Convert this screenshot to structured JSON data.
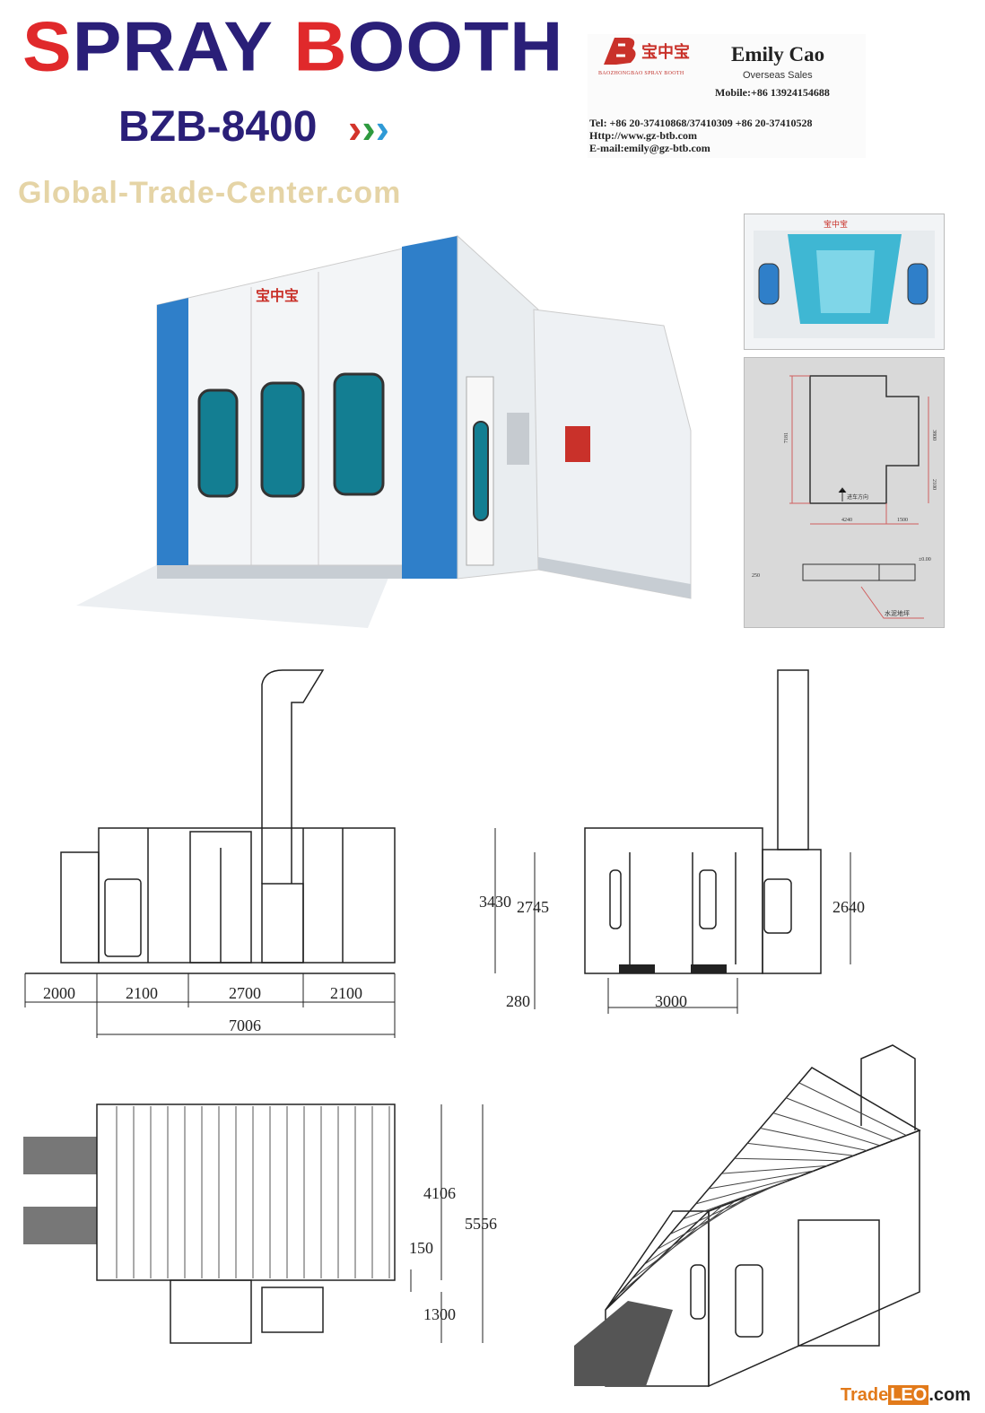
{
  "header": {
    "title_part1_initial": "S",
    "title_part1_rest": "PRAY ",
    "title_part2_initial": "B",
    "title_part2_rest": "OOTH",
    "watermark": "Global-Trade-Center.com",
    "model": "BZB-8400",
    "chevrons": [
      "›",
      "›",
      "›"
    ]
  },
  "contact_card": {
    "brand_logo_text": "宝中宝",
    "brand_subtitle": "BAOZHONGBAO SPRAY BOOTH",
    "name": "Emily Cao",
    "role": "Overseas Sales",
    "mobile": "Mobile:+86 13924154688",
    "tel": "Tel: +86 20-37410868/37410309   +86 20-37410528",
    "web": "Http://www.gz-btb.com",
    "email": "E-mail:emily@gz-btb.com"
  },
  "photo": {
    "booth_logo": "宝中宝"
  },
  "floor_plan": {
    "dims": [
      "7181",
      "3800",
      "2100",
      "4240",
      "1500"
    ],
    "entry_label": "进车方向",
    "floor_label": "水泥地坪",
    "level_label": "±0.00",
    "pit_label": "250"
  },
  "side_elevation": {
    "dims": [
      "2000",
      "2100",
      "2700",
      "2100"
    ],
    "total": "7006"
  },
  "front_elevation": {
    "height_total": "3430",
    "height_inner": "2745",
    "height_side": "2640",
    "base": "280",
    "width": "3000"
  },
  "top_plan": {
    "depth": "4106",
    "total": "5556",
    "gap": "150",
    "side": "1300"
  },
  "footer": {
    "brand_a": "Trade",
    "brand_b": "LEO",
    "brand_c": ".com"
  },
  "colors": {
    "navy": "#2a1f78",
    "red": "#e0292b",
    "panel_blue": "#2f7fc9",
    "glass": "#137e92"
  }
}
